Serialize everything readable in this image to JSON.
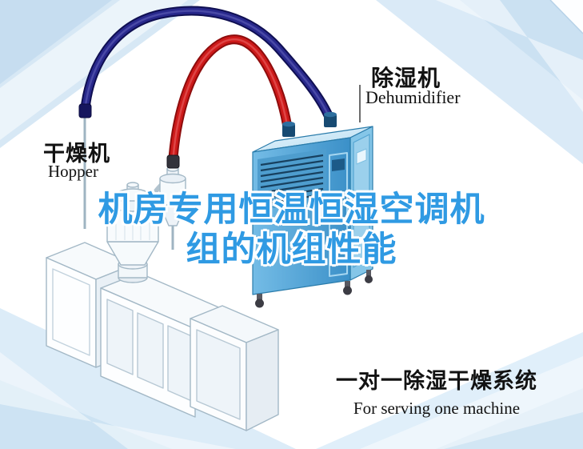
{
  "illustration": {
    "machine_labels": {
      "hopper": {
        "cn": "干燥机",
        "en": "Hopper"
      },
      "dehumidifier": {
        "cn": "除湿机",
        "en": "Dehumidifier"
      }
    },
    "title": {
      "line1": "机房专用恒温恒湿空调机",
      "line2": "组的机组性能"
    },
    "caption": {
      "cn": "一对一除湿干燥系统",
      "en": "For serving one machine"
    },
    "colors": {
      "title_blue": "#2f9ae3",
      "hose_red": "#cd1a1a",
      "hose_navy": "#28288c",
      "dehumidifier_body": "#4aa0d6",
      "background_tint": "#d7e8f5",
      "label_text": "#121212"
    }
  }
}
